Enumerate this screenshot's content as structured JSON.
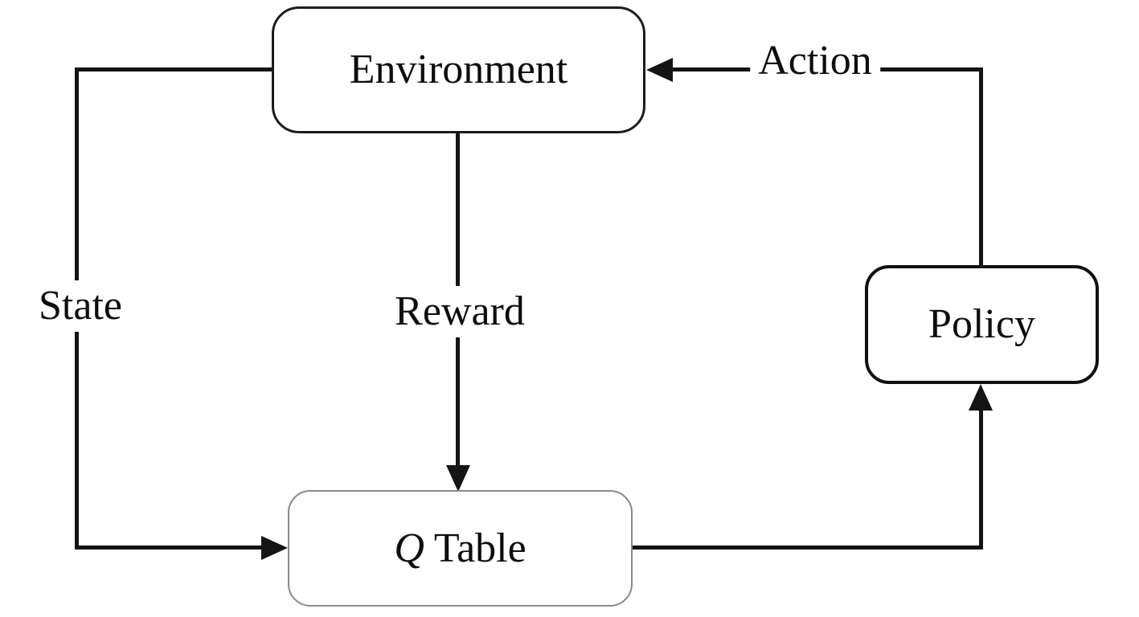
{
  "diagram": {
    "nodes": {
      "environment": {
        "label": "Environment"
      },
      "policy": {
        "label": "Policy"
      },
      "q_table": {
        "label_italic": "Q",
        "label_rest": " Table"
      }
    },
    "edges": {
      "state": {
        "label": "State",
        "from": "Environment",
        "to": "Q Table"
      },
      "reward": {
        "label": "Reward",
        "from": "Environment",
        "to": "Q Table"
      },
      "action": {
        "label": "Action",
        "from": "Policy",
        "to": "Environment"
      },
      "q_to_policy": {
        "label": "",
        "from": "Q Table",
        "to": "Policy"
      }
    },
    "colors": {
      "background": "#ffffff",
      "line": "#141414",
      "text": "#0d0d0d",
      "environment_border": "#1c1c1c",
      "policy_border": "#101010",
      "q_table_border": "#8a8a8a"
    }
  }
}
